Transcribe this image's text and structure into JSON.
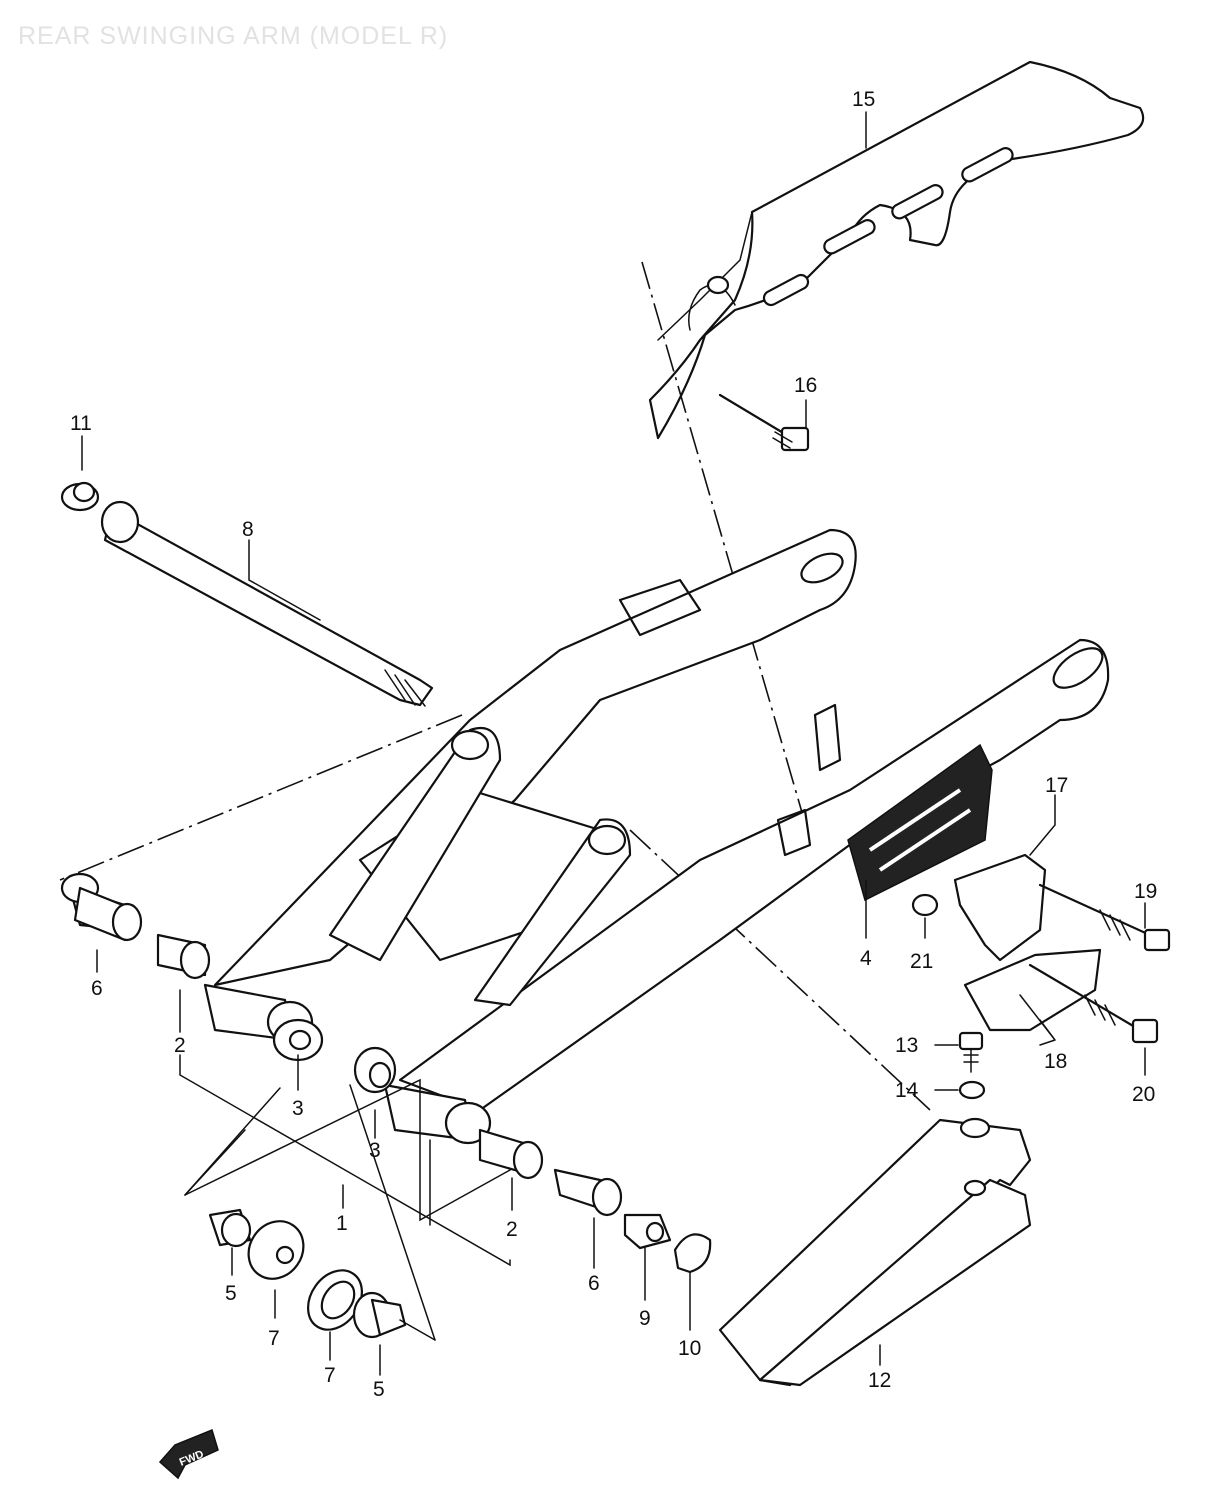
{
  "title": "REAR SWINGING ARM (MODEL R)",
  "direction_badge": "FWD",
  "parts": [
    {
      "no": "1",
      "name": "swingarm"
    },
    {
      "no": "2",
      "name": "needle-bearing"
    },
    {
      "no": "3",
      "name": "seal"
    },
    {
      "no": "4",
      "name": "emblem"
    },
    {
      "no": "5",
      "name": "spacer"
    },
    {
      "no": "6",
      "name": "bushing"
    },
    {
      "no": "7",
      "name": "bearing-seal"
    },
    {
      "no": "8",
      "name": "pivot-shaft"
    },
    {
      "no": "9",
      "name": "nut"
    },
    {
      "no": "10",
      "name": "cap"
    },
    {
      "no": "11",
      "name": "washer"
    },
    {
      "no": "12",
      "name": "chain-buffer"
    },
    {
      "no": "13",
      "name": "bolt"
    },
    {
      "no": "14",
      "name": "washer"
    },
    {
      "no": "15",
      "name": "chain-case"
    },
    {
      "no": "16",
      "name": "bolt"
    },
    {
      "no": "17",
      "name": "bracket"
    },
    {
      "no": "18",
      "name": "chain-guide"
    },
    {
      "no": "19",
      "name": "bolt"
    },
    {
      "no": "20",
      "name": "bolt"
    },
    {
      "no": "21",
      "name": "nut"
    }
  ],
  "callouts": {
    "c1": "1",
    "c2a": "2",
    "c2b": "2",
    "c3a": "3",
    "c3b": "3",
    "c4": "4",
    "c5a": "5",
    "c5b": "5",
    "c6a": "6",
    "c6b": "6",
    "c7a": "7",
    "c7b": "7",
    "c8": "8",
    "c9": "9",
    "c10": "10",
    "c11": "11",
    "c12": "12",
    "c13": "13",
    "c14": "14",
    "c15": "15",
    "c16": "16",
    "c17": "17",
    "c18": "18",
    "c19": "19",
    "c20": "20",
    "c21": "21"
  }
}
